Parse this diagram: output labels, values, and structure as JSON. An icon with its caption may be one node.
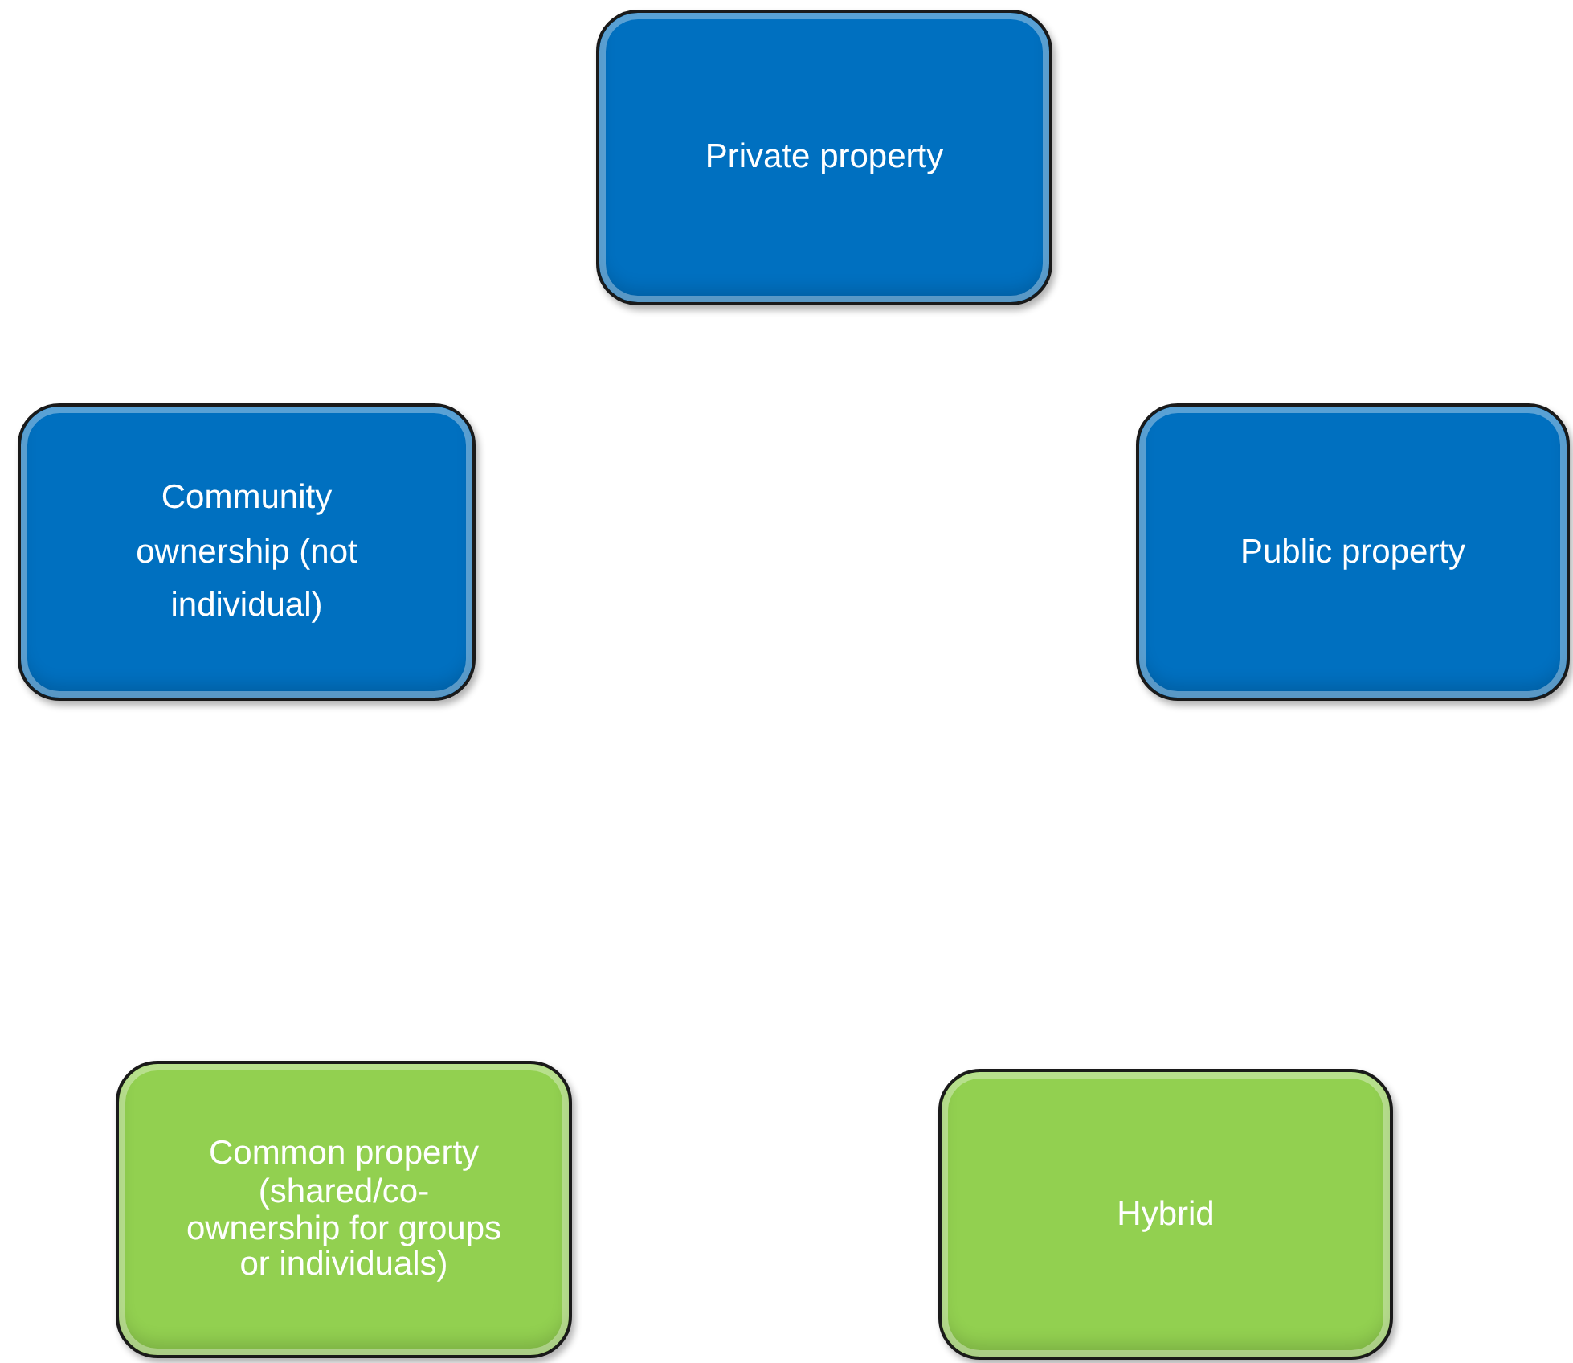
{
  "diagram": {
    "nodes": [
      {
        "text": [
          "Private property"
        ]
      },
      {
        "text": [
          "Community ownership (not individual)"
        ]
      },
      {
        "text": [
          "Public property"
        ]
      },
      {
        "text": [
          "Common property",
          "(shared/co-ownership for groups or individuals)"
        ]
      },
      {
        "text": [
          "Hybrid"
        ]
      }
    ]
  }
}
